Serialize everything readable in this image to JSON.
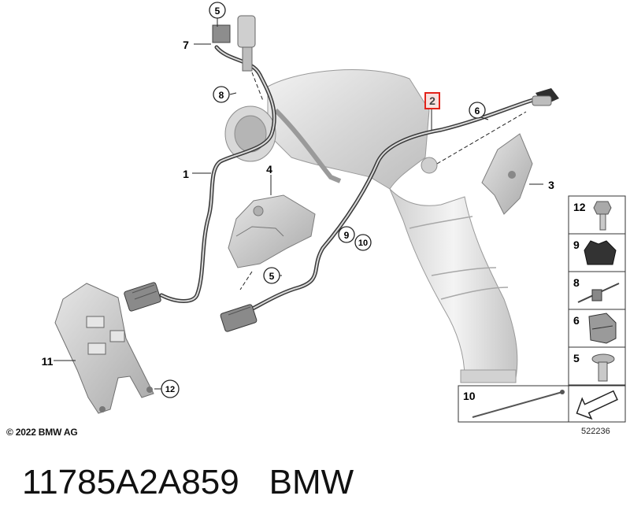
{
  "diagram": {
    "callouts": [
      {
        "id": "c1",
        "label": "1"
      },
      {
        "id": "c2",
        "label": "2"
      },
      {
        "id": "c3",
        "label": "3"
      },
      {
        "id": "c4",
        "label": "4"
      },
      {
        "id": "c5a",
        "label": "5"
      },
      {
        "id": "c5b",
        "label": "5"
      },
      {
        "id": "c6",
        "label": "6"
      },
      {
        "id": "c7",
        "label": "7"
      },
      {
        "id": "c8",
        "label": "8"
      },
      {
        "id": "c9",
        "label": "9"
      },
      {
        "id": "c10",
        "label": "10"
      },
      {
        "id": "c11",
        "label": "11"
      },
      {
        "id": "c12",
        "label": "12"
      }
    ],
    "legend": [
      {
        "id": "l12",
        "label": "12"
      },
      {
        "id": "l9",
        "label": "9"
      },
      {
        "id": "l8",
        "label": "8"
      },
      {
        "id": "l6",
        "label": "6"
      },
      {
        "id": "l5",
        "label": "5"
      },
      {
        "id": "l10",
        "label": "10"
      }
    ],
    "highlight_color": "#e2231a"
  },
  "copyright": "© 2022 BMW AG",
  "diagram_id": "522236",
  "footer": {
    "part_number": "11785A2A859",
    "brand": "BMW"
  }
}
